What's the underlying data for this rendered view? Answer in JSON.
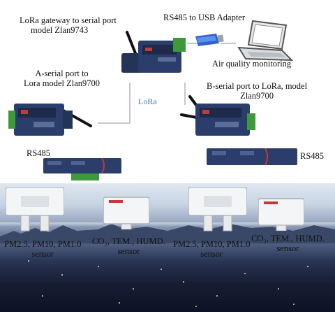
{
  "labels": {
    "gateway": [
      "LoRa gateway to serial port",
      "model Zlan9743"
    ],
    "rs485_usb": "RS485 to USB Adapter",
    "air_quality": "Air quality monitoring",
    "a_serial": [
      "A-serial port to",
      "Lora model Zlan9700"
    ],
    "b_serial": [
      "B-serial port to LoRa, model",
      "Zlan9700"
    ],
    "lora": "LoRa",
    "rs485_left": "RS485",
    "rs485_right": "RS485",
    "sensor_pm_left": [
      "PM2.5, PM10, PM1.0",
      "sensor"
    ],
    "sensor_co2_left": [
      "CO₂, TEM., HUMD.",
      "sensor"
    ],
    "sensor_pm_right": [
      "PM2.5, PM10, PM1.0",
      "sensor"
    ],
    "sensor_co2_right": [
      "CO₂, TEM., HUMD.",
      "sensor"
    ]
  },
  "colors": {
    "lora_text": "#3a78c4",
    "device_body": "#2b3d6b",
    "terminal_green": "#3d9a3a",
    "link_line": "#bfc5cc",
    "usb_blue": "#2e63c9"
  },
  "icons": [
    "antenna-icon",
    "laptop-icon",
    "usb-adapter-icon",
    "terminal-block-icon"
  ]
}
